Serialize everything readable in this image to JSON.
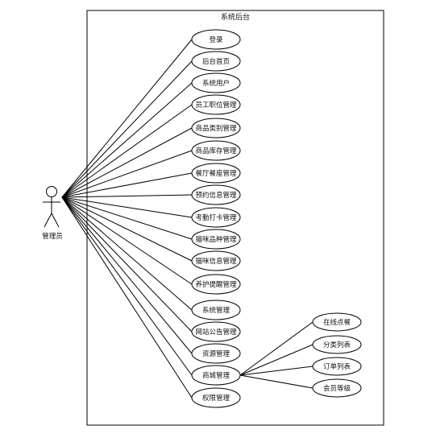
{
  "system": {
    "title": "系统后台"
  },
  "actor": {
    "name": "管理员"
  },
  "use_cases": [
    "登录",
    "后台首页",
    "系统用户",
    "员工职位管理",
    "商品类别管理",
    "商品库存管理",
    "餐厅餐座管理",
    "预约信息管理",
    "考勤打卡管理",
    "猫咪品种管理",
    "猫咪信息管理",
    "养护提醒管理",
    "系统管理",
    "网站公告管理",
    "资源管理",
    "商城管理",
    "权限管理"
  ],
  "mall_sub_cases": [
    "在线点餐",
    "分类列表",
    "订单列表",
    "会员等级"
  ],
  "colors": {
    "stroke": "#000000",
    "fill": "#ffffff"
  }
}
